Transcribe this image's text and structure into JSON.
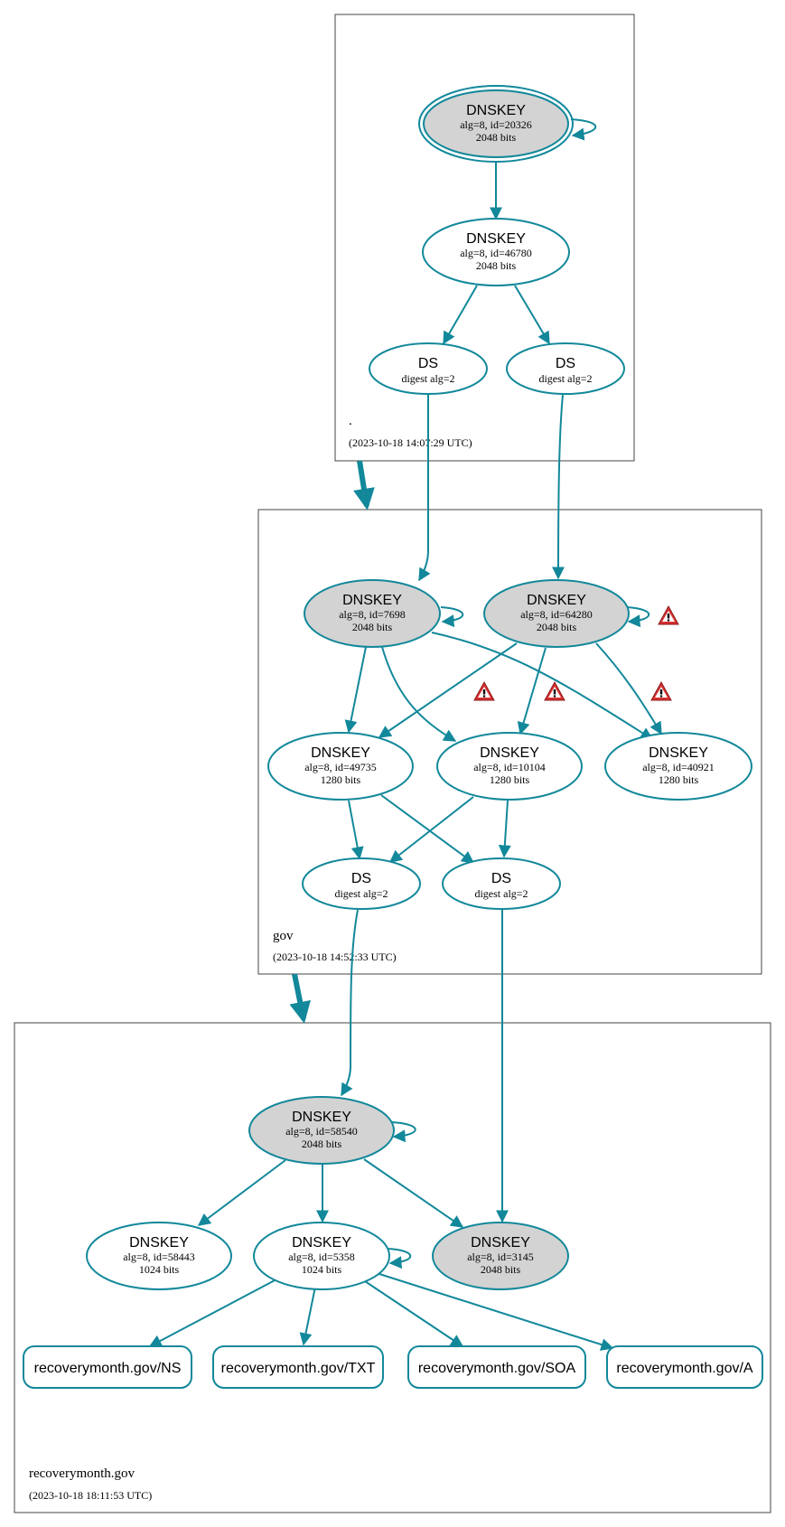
{
  "zones": {
    "root": {
      "name": ".",
      "time": "(2023-10-18 14:07:29 UTC)"
    },
    "gov": {
      "name": "gov",
      "time": "(2023-10-18 14:52:33 UTC)"
    },
    "recoverymonth": {
      "name": "recoverymonth.gov",
      "time": "(2023-10-18 18:11:53 UTC)"
    }
  },
  "nodes": {
    "root_ksk": {
      "title": "DNSKEY",
      "line1": "alg=8, id=20326",
      "line2": "2048 bits",
      "fill": "#d3d3d3"
    },
    "root_zsk": {
      "title": "DNSKEY",
      "line1": "alg=8, id=46780",
      "line2": "2048 bits",
      "fill": "#ffffff"
    },
    "root_ds1": {
      "title": "DS",
      "line1": "digest alg=2",
      "fill": "#ffffff"
    },
    "root_ds2": {
      "title": "DS",
      "line1": "digest alg=2",
      "fill": "#ffffff"
    },
    "gov_ksk1": {
      "title": "DNSKEY",
      "line1": "alg=8, id=7698",
      "line2": "2048 bits",
      "fill": "#d3d3d3"
    },
    "gov_ksk2": {
      "title": "DNSKEY",
      "line1": "alg=8, id=64280",
      "line2": "2048 bits",
      "fill": "#d3d3d3"
    },
    "gov_zsk1": {
      "title": "DNSKEY",
      "line1": "alg=8, id=49735",
      "line2": "1280 bits",
      "fill": "#ffffff"
    },
    "gov_zsk2": {
      "title": "DNSKEY",
      "line1": "alg=8, id=10104",
      "line2": "1280 bits",
      "fill": "#ffffff"
    },
    "gov_zsk3": {
      "title": "DNSKEY",
      "line1": "alg=8, id=40921",
      "line2": "1280 bits",
      "fill": "#ffffff"
    },
    "gov_ds1": {
      "title": "DS",
      "line1": "digest alg=2",
      "fill": "#ffffff"
    },
    "gov_ds2": {
      "title": "DS",
      "line1": "digest alg=2",
      "fill": "#ffffff"
    },
    "rm_ksk": {
      "title": "DNSKEY",
      "line1": "alg=8, id=58540",
      "line2": "2048 bits",
      "fill": "#d3d3d3"
    },
    "rm_key1": {
      "title": "DNSKEY",
      "line1": "alg=8, id=58443",
      "line2": "1024 bits",
      "fill": "#ffffff"
    },
    "rm_zsk": {
      "title": "DNSKEY",
      "line1": "alg=8, id=5358",
      "line2": "1024 bits",
      "fill": "#ffffff"
    },
    "rm_key3": {
      "title": "DNSKEY",
      "line1": "alg=8, id=3145",
      "line2": "2048 bits",
      "fill": "#d3d3d3"
    }
  },
  "rrsets": {
    "ns": "recoverymonth.gov/NS",
    "txt": "recoverymonth.gov/TXT",
    "soa": "recoverymonth.gov/SOA",
    "a": "recoverymonth.gov/A"
  },
  "colors": {
    "edge": "#12889a",
    "ksk_fill": "#d3d3d3",
    "warning_fill": "#d93030",
    "zone_border": "#444444"
  },
  "icons": [
    "warning-icon"
  ]
}
